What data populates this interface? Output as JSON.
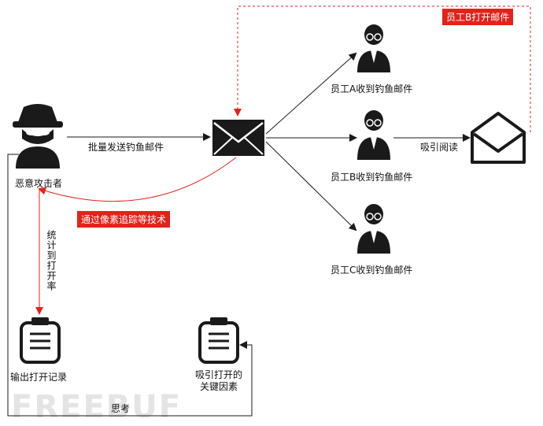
{
  "watermark": "FREEBUF",
  "attacker": {
    "label": "恶意攻击者"
  },
  "edges": {
    "bulk_send": "批量发送钓鱼邮件",
    "attract_read": "吸引阅读",
    "pixel_tracking": "通过像素追踪等技术",
    "employee_b_open": "员工B打开邮件",
    "stat_rate": "统计到打开率",
    "think": "思考"
  },
  "employees": [
    {
      "label": "员工A收到钓鱼邮件"
    },
    {
      "label": "员工B收到钓鱼邮件"
    },
    {
      "label": "员工C收到钓鱼邮件"
    }
  ],
  "outputs": {
    "record": "输出打开记录",
    "factors_line1": "吸引打开的",
    "factors_line2": "关键因素"
  },
  "colors": {
    "red": "#e2231a",
    "dark": "#1a1a1a"
  }
}
